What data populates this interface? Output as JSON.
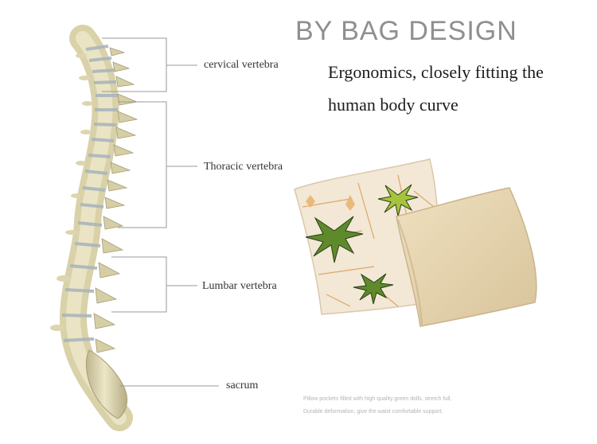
{
  "brand": "BY BAG DESIGN",
  "headline": {
    "line1": "Ergonomics, closely fitting the",
    "line2": "human body curve"
  },
  "spine_labels": {
    "cervical": "cervical vertebra",
    "thoracic": "Thoracic vertebra",
    "lumbar": "Lumbar vertebra",
    "sacrum": "sacrum"
  },
  "footnote": {
    "line1": "Pillow pockets filled with high quality green dolls, stretch full,",
    "line2": "Durable deformation, give the waist comfortable support."
  },
  "colors": {
    "bone": "#e4ddb6",
    "bone_shadow": "#b9b08a",
    "disc": "#b8c4c9",
    "pillow_front": "#e9d9b6",
    "pillow_print_bg": "#f3e7d6",
    "leaf_green": "#5e8a2c"
  }
}
